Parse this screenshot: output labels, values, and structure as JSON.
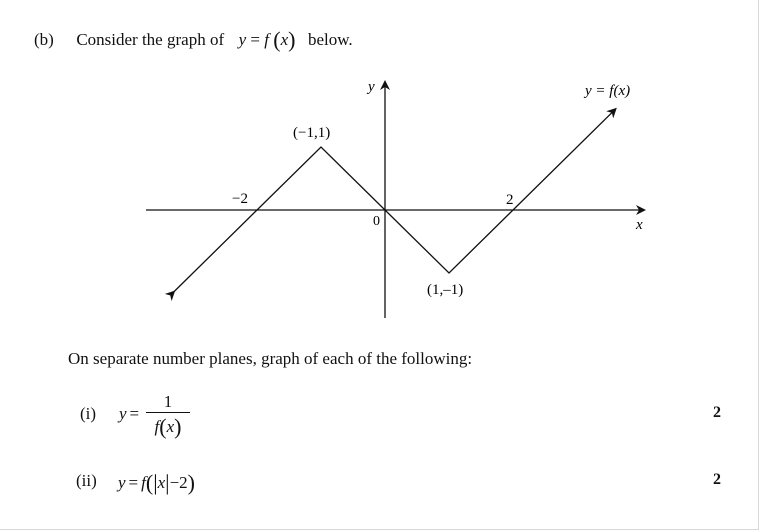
{
  "question": {
    "part_label": "(b)",
    "intro_before": "Consider the graph of",
    "intro_after": "below.",
    "function_expr": {
      "y": "y",
      "eq": "=",
      "f": "f",
      "open": "(",
      "x": "x",
      "close": ")"
    }
  },
  "graph": {
    "y_axis_label": "y",
    "x_axis_label": "x",
    "curve_label": "y = f(x)",
    "origin_label": "0",
    "points": [
      {
        "id": "peak",
        "label": "(−1,1)",
        "x": -1,
        "y": 1
      },
      {
        "id": "trough",
        "label": "(1,–1)",
        "x": 1,
        "y": -1
      }
    ],
    "x_intercepts": [
      {
        "id": "minus-two",
        "label": "−2",
        "x": -2
      },
      {
        "id": "two",
        "label": "2",
        "x": 2
      }
    ],
    "path_vertices": [
      [
        -3.3,
        -1.3
      ],
      [
        -1,
        1
      ],
      [
        1,
        -1
      ],
      [
        3.6,
        1.6
      ]
    ],
    "arrow_ends": [
      "start",
      "end"
    ]
  },
  "instruction": "On separate number planes, graph of each of the following:",
  "parts": [
    {
      "label": "(i)",
      "y": "y",
      "eq": "=",
      "numerator": "1",
      "den_f": "f",
      "den_open": "(",
      "den_x": "x",
      "den_close": ")",
      "marks": "2"
    },
    {
      "label": "(ii)",
      "y": "y",
      "eq": "=",
      "f": "f",
      "open": "(",
      "abs_open": "|",
      "x": "x",
      "abs_close": "|",
      "minus_two": "−2",
      "close": ")",
      "marks": "2"
    }
  ]
}
